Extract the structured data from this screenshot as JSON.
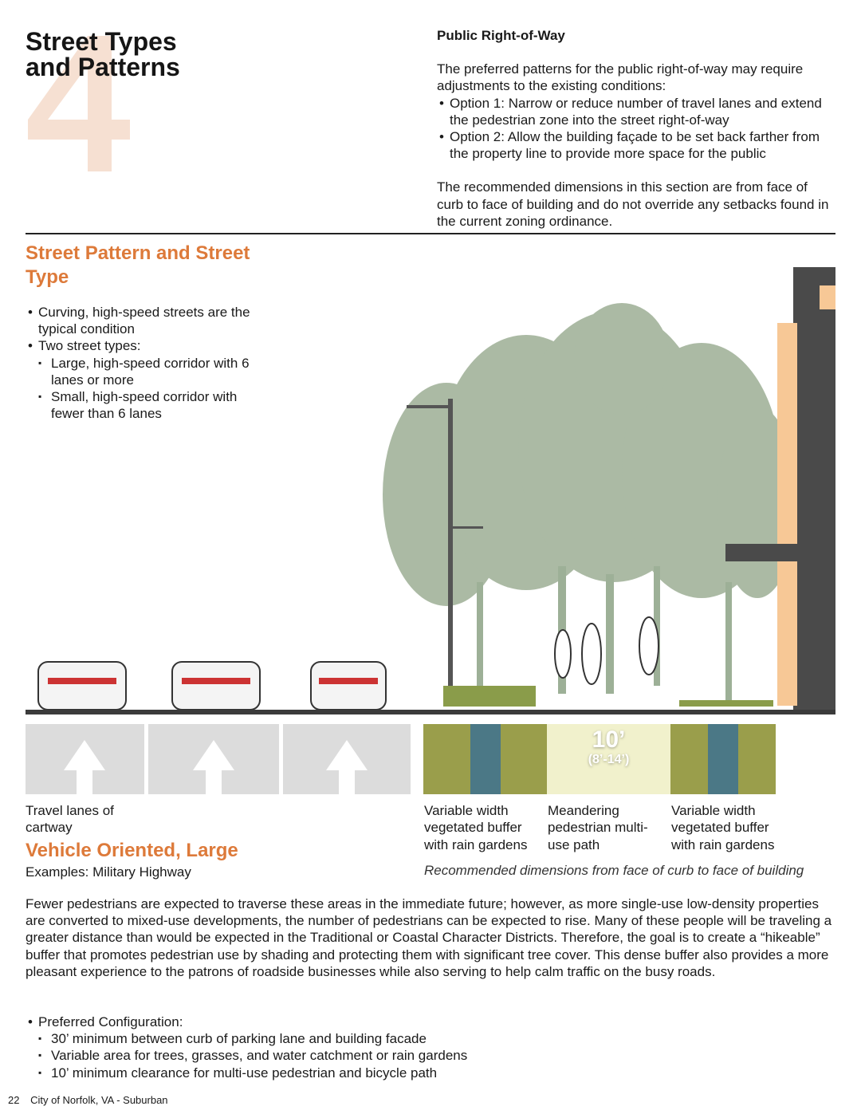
{
  "header": {
    "chapter_number": "4",
    "title_line1": "Street Types",
    "title_line2": "and Patterns"
  },
  "row": {
    "heading": "Public Right-of-Way",
    "intro": "The preferred patterns for the public right-of-way may require adjustments to the existing conditions:",
    "options": [
      "Option 1: Narrow or reduce number of travel lanes and extend the pedestrian zone into the street right-of-way",
      "Option 2: Allow the building façade to be set back farther from the property line to provide more space for the public"
    ],
    "note": "The recommended dimensions in this section are from face of curb to face of building and do not override any setbacks found in the current zoning ordinance."
  },
  "pattern": {
    "heading": "Street Pattern and Street Type",
    "bullets": [
      "Curving, high-speed streets are the typical condition",
      "Two street types:"
    ],
    "sub": [
      "Large, high-speed corridor with 6 lanes or more",
      "Small, high-speed corridor with fewer than 6 lanes"
    ]
  },
  "diagram": {
    "width_label": "10’",
    "range_label": "(8’-14’)",
    "captions": [
      "Travel lanes of cartway",
      "Variable width vegetated buffer with rain gardens",
      "Meandering pedestrian multi-use path",
      "Variable width vegetated buffer with rain gardens"
    ],
    "note": "Recommended dimensions from face of curb to face of building",
    "colors": {
      "olive": "#9a9e4b",
      "teal": "#4b7886",
      "cream": "#f1f1cc",
      "lane": "#dcdcdc"
    }
  },
  "type": {
    "heading": "Vehicle Oriented, Large",
    "examples": "Examples: Military Highway"
  },
  "body": {
    "paragraph": "Fewer pedestrians are expected to traverse these areas in the immediate future; however, as more single-use low-density properties are converted to mixed-use developments, the number of pedestrians can be expected to rise. Many of these people will be traveling a greater distance than would be expected in the Traditional or Coastal Character Districts. Therefore, the goal is to create a “hikeable” buffer that promotes pedestrian use by shading and protecting them with significant tree cover. This dense buffer also provides a more pleasant experience to the patrons of roadside businesses while also serving to help calm traffic on the busy roads.",
    "config_label": "Preferred Configuration:",
    "config": [
      "30’ minimum between curb of parking lane and building facade",
      "Variable area for trees, grasses, and water catchment or rain gardens",
      "10’ minimum clearance for multi-use pedestrian and bicycle path"
    ]
  },
  "footer": {
    "page": "22",
    "text": "City of Norfolk, VA - Suburban"
  }
}
